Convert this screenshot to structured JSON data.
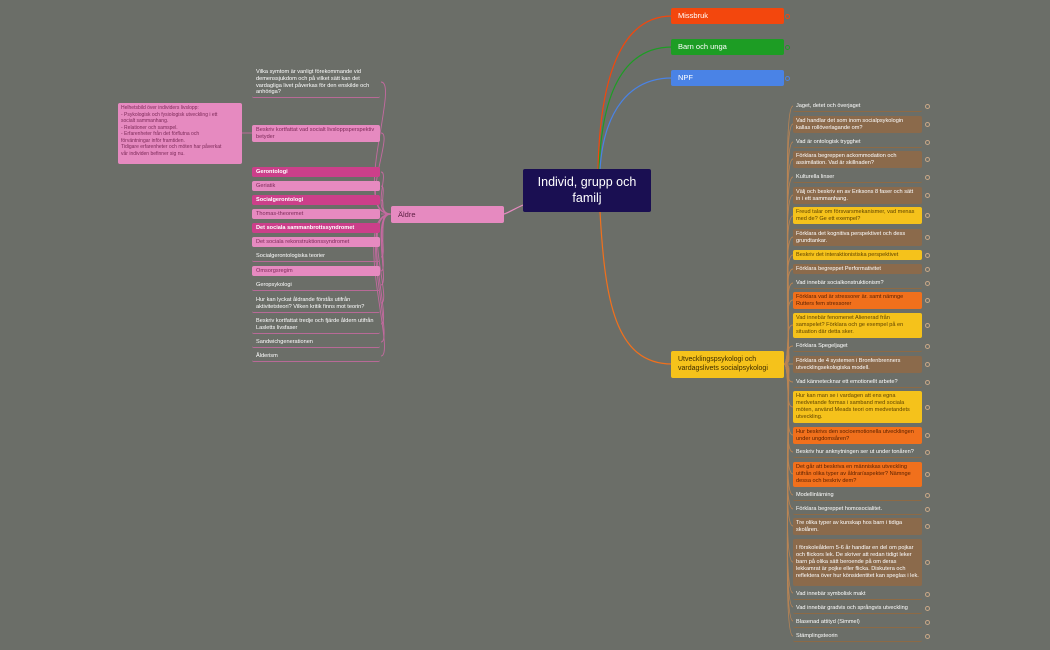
{
  "central": {
    "title": "Individ, grupp och familj"
  },
  "main_topics": {
    "missbruk": {
      "label": "Missbruk",
      "color": "#f3470d"
    },
    "barn": {
      "label": "Barn och unga",
      "color": "#1d9d24"
    },
    "npf": {
      "label": "NPF",
      "color": "#4a83e6"
    },
    "aldre": {
      "label": "Äldre",
      "color": "#e68ac0"
    },
    "utveckling": {
      "label": "Utvecklingspsykologi och vardagslivets socialpsykologi",
      "color": "#f5c21b"
    }
  },
  "note": {
    "lines": [
      "Helhetsbild över individers livslopp:",
      "- Psykologisk och fysiologisk utveckling i ett",
      "socialt sammanhang.",
      "- Relationer och samspel.",
      "- Erfarenheter från det förflutna och",
      "förväntningar inför framtiden.",
      "Tidigare erfarenheter och möten har påverkat",
      "vår individen befinner sig nu."
    ]
  },
  "left_items": [
    "Vilka symtom är vanligt förekommande vid demenssjukdom och på vilket sätt kan det vardagliga livet påverkas för den enskilde och anhöriga?",
    "Beskriv kortfattat vad socialt livslopps­perspektiv betyder",
    "Gerontologi",
    "Geriatik",
    "Socialgerontologi",
    "Thomas-theoremet",
    "Det sociala sammanbrottssyndromet",
    "Det sociala rekonstruktionssyndromet",
    "Socialgerontologiska teorier",
    "Omsorgsregim",
    "Geropsykologi",
    "Hur kan lyckat åldrande förstås utifrån aktivitetsteori? Vilken kritik finns mot teorin?",
    "Beskriv kortfattat tredje och fjärde åldern utifrån Lasletts livsfaser",
    "Sandwichgenerationen",
    "Ålderism"
  ],
  "right_items": [
    "Jaget, detet och överjaget",
    "Vad handlar det som inom socialpsykologin kallas rollöverlagande om?",
    "Vad är ontologisk trygghet",
    "Förklara begreppen ackommodation och assimilation. Vad är skillnaden?",
    "Kulturella linser",
    "Välj och beskriv en av Eriksons 8 faser och sätt in i ett sammanhang.",
    "Freud talar om försvarsmekanismer, vad menas med de? Ge ett exempel?",
    "Förklara det kognitiva perspektivet och dess grundtankar.",
    "Beskriv det interaktionistiska perspektivet",
    "Förklara begreppet Performativitet",
    "Vad innebär socialkonstruktionism?",
    "Förklara vad är stressorer är. samt nämnge Rutters fem stressorer",
    "Vad innebär fenomenet Alienerad från samspelet? Förklara och ge exempel på en situation där detta sker.",
    "Förklara Spegeljaget",
    "Förklara de 4 systemen i Bronfenbrenners utvecklingsekologiska modell.",
    "Vad kännetecknar ett emotionellt arbete?",
    "Hur kan man se i vardagen att ens egna medvetande formas i samband med sociala möten, använd Meads teori om medvetandets utveckling.",
    "Hur beskrivs den socioemotionella utvecklingen under ungdomsåren?",
    "Beskriv hur anknytningen ser ut under tonåren?",
    "Det går att beskriva en människas utveckling utifrån olika typer av åldrar/aspekter? Nämnge dessa och beskriv dem?",
    "Modellinlärning",
    "Förklara begreppet homosocialitet.",
    "Tre olika typer av kunskap hos barn i tidiga skolåren.",
    "I förskoleåldern 5-6 år handlar en del om pojkar och flickors lek. De skriver att redan tidigt leker barn på olika sätt beroende på om deras lekkamrat är pojke eller flicka. Diskutera och reflektera över hur könsidentitet kan speglas i lek.",
    "Vad innebär symbolisk makt",
    "Vad innebär gradvis och språngvis utveckling",
    "Blasenad attityd (Simmel)",
    "Stämplingsteorin"
  ]
}
